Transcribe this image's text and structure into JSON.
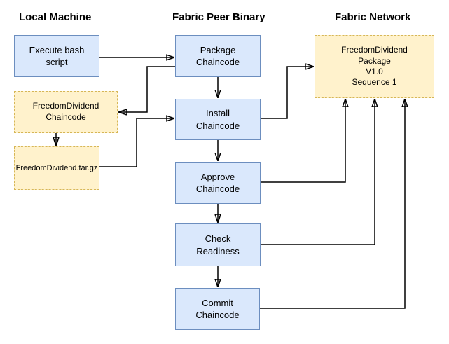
{
  "diagram": {
    "headers": {
      "local_machine": "Local Machine",
      "fabric_peer_binary": "Fabric Peer Binary",
      "fabric_network": "Fabric Network"
    },
    "nodes": {
      "execute_bash_script": "Execute bash\nscript",
      "freedomdividend_chaincode": "FreedomDividend\nChaincode",
      "freedomdividend_targz": "FreedomDividend.tar.gz",
      "package_chaincode": "Package\nChaincode",
      "install_chaincode": "Install\nChaincode",
      "approve_chaincode": "Approve\nChaincode",
      "check_readiness": "Check\nReadiness",
      "commit_chaincode": "Commit\nChaincode",
      "freedomdividend_package": "FreedomDividend\nPackage\nV1.0\nSequence 1"
    },
    "connectors": [
      "execute-bash-script to package-chaincode",
      "package-chaincode to freedomdividend-chaincode",
      "freedomdividend-chaincode to freedomdividend-targz",
      "freedomdividend-targz to install-chaincode",
      "package-chaincode to install-chaincode",
      "install-chaincode to approve-chaincode",
      "approve-chaincode to check-readiness",
      "check-readiness to commit-chaincode",
      "install-chaincode to fabric-network-package",
      "approve-chaincode to fabric-network-package",
      "check-readiness to fabric-network-package",
      "commit-chaincode to fabric-network-package"
    ],
    "colors": {
      "process_fill": "#dae8fc",
      "process_border": "#6c8ebf",
      "artifact_fill": "#fff2cc",
      "artifact_border": "#d6b656",
      "connector": "#000000",
      "background": "#ffffff"
    }
  }
}
